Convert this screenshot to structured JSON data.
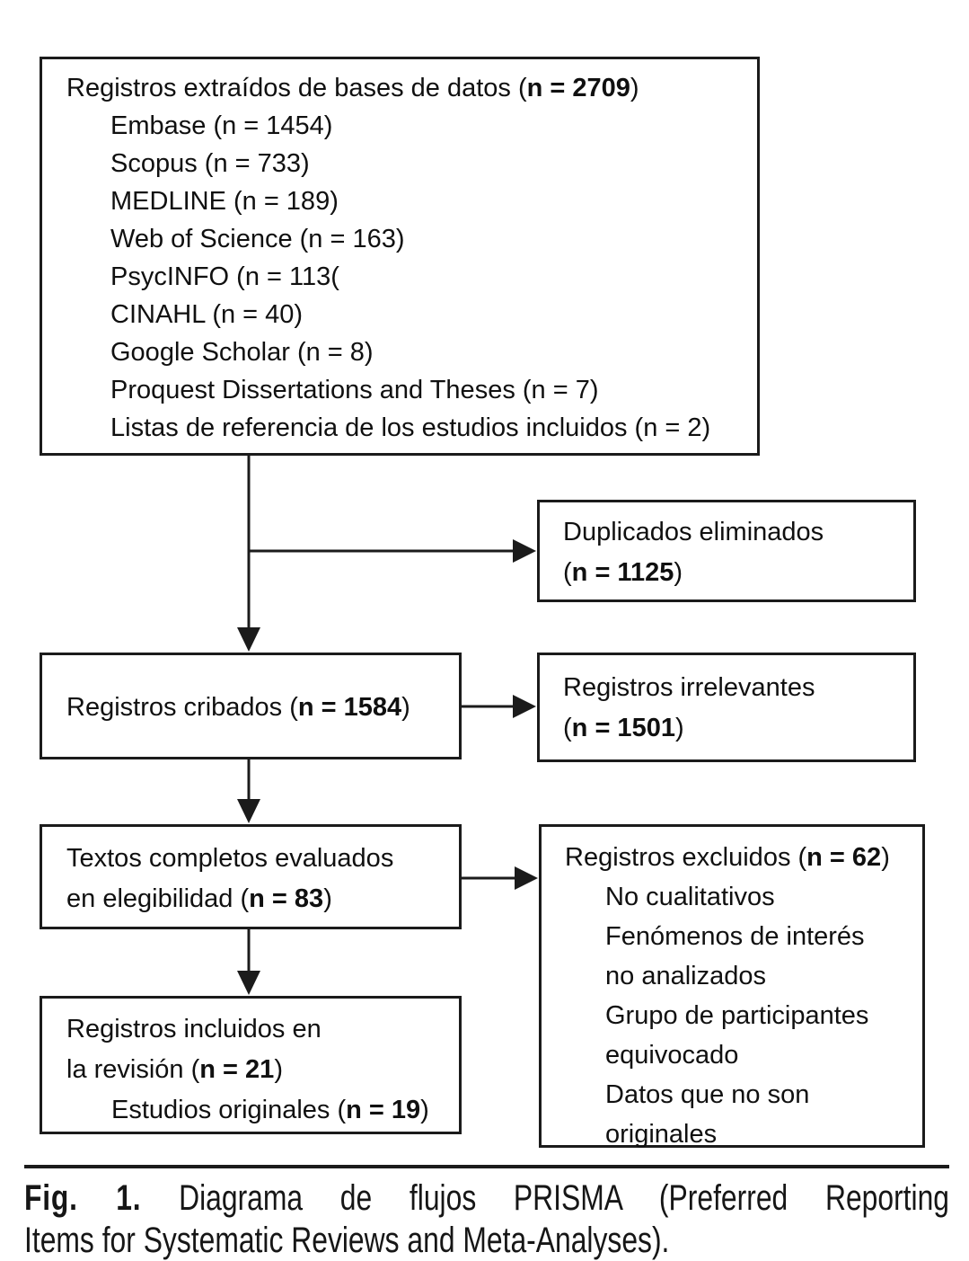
{
  "colors": {
    "line": "#1b1b1b",
    "text": "#101010",
    "background": "#ffffff"
  },
  "boxes": {
    "identification": {
      "title_pre": "Registros extraídos de bases de datos (",
      "title_n": "n = 2709",
      "title_post": ")",
      "sources": [
        "Embase (n = 1454)",
        "Scopus (n = 733)",
        "MEDLINE (n = 189)",
        "Web of Science (n = 163)",
        "PsycINFO (n = 113(",
        "CINAHL (n = 40)",
        "Google Scholar (n = 8)",
        "Proquest Dissertations and Theses (n = 7)",
        "Listas de referencia de los estudios incluidos (n = 2)"
      ]
    },
    "duplicates": {
      "line1": "Duplicados eliminados",
      "line2_pre": "(",
      "line2_n": "n = 1125",
      "line2_post": ")"
    },
    "screening": {
      "pre": "Registros cribados (",
      "n": "n = 1584",
      "post": ")"
    },
    "irrelevant": {
      "line1": "Registros irrelevantes",
      "line2_pre": "(",
      "line2_n": "n = 1501",
      "line2_post": ")"
    },
    "eligibility": {
      "line1": "Textos completos evaluados",
      "line2_pre": "en elegibilidad (",
      "line2_n": "n = 83",
      "line2_post": ")"
    },
    "excluded": {
      "title_pre": "Registros excluidos (",
      "title_n": "n = 62",
      "title_post": ")",
      "reasons": [
        "No cualitativos",
        "Fenómenos de interés\nno analizados",
        "Grupo de participantes\nequivocado",
        "Datos que no son\noriginales"
      ]
    },
    "included": {
      "line1": "Registros incluidos en",
      "line2_pre": "la revisión (",
      "line2_n": "n = 21",
      "line2_post": ")",
      "sub_pre": "Estudios originales (",
      "sub_n": "n = 19",
      "sub_post": ")"
    }
  },
  "caption": {
    "label": "Fig. 1.",
    "line1_rest": " Diagrama de flujos PRISMA (Preferred Reporting",
    "line2": "Items for Systematic Reviews and Meta-Analyses)."
  }
}
